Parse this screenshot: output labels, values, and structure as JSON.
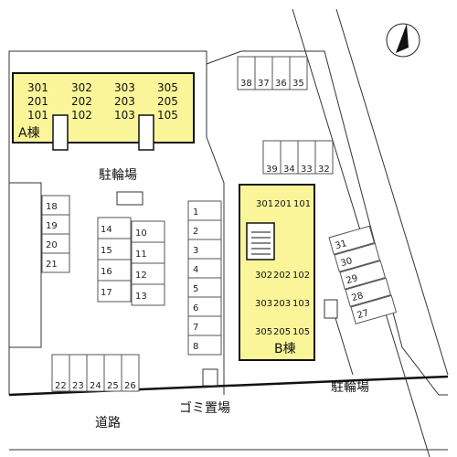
{
  "compass": {
    "icon": "north-arrow-icon"
  },
  "road": {
    "label": "道路"
  },
  "building_a": {
    "name": "A棟",
    "rooms": [
      "301",
      "302",
      "303",
      "305",
      "201",
      "202",
      "203",
      "205",
      "101",
      "102",
      "103",
      "105"
    ]
  },
  "building_b": {
    "name": "B棟",
    "rooms": [
      "301",
      "201",
      "101",
      "302",
      "202",
      "102",
      "303",
      "203",
      "103",
      "305",
      "205",
      "105"
    ]
  },
  "bicycle_parking_north": {
    "label": "駐輪場"
  },
  "bicycle_parking_east": {
    "label": "駐輪場"
  },
  "garbage_station": {
    "label": "ゴミ置場"
  },
  "parking": {
    "top_right": [
      "38",
      "37",
      "36",
      "35"
    ],
    "middle_right": [
      "39",
      "34",
      "33",
      "32"
    ],
    "left_col": [
      "18",
      "19",
      "20",
      "21"
    ],
    "mid_left_col": [
      "14",
      "15",
      "16",
      "17"
    ],
    "mid_right_col": [
      "10",
      "11",
      "12",
      "13"
    ],
    "center_col": [
      "1",
      "2",
      "3",
      "4",
      "5",
      "6",
      "7",
      "8"
    ],
    "bottom_row": [
      "22",
      "23",
      "24",
      "25",
      "26"
    ],
    "east_diagonal": [
      "31",
      "30",
      "29",
      "28",
      "27"
    ]
  },
  "colors": {
    "building_fill": "#fbf59a",
    "line": "#111111"
  }
}
